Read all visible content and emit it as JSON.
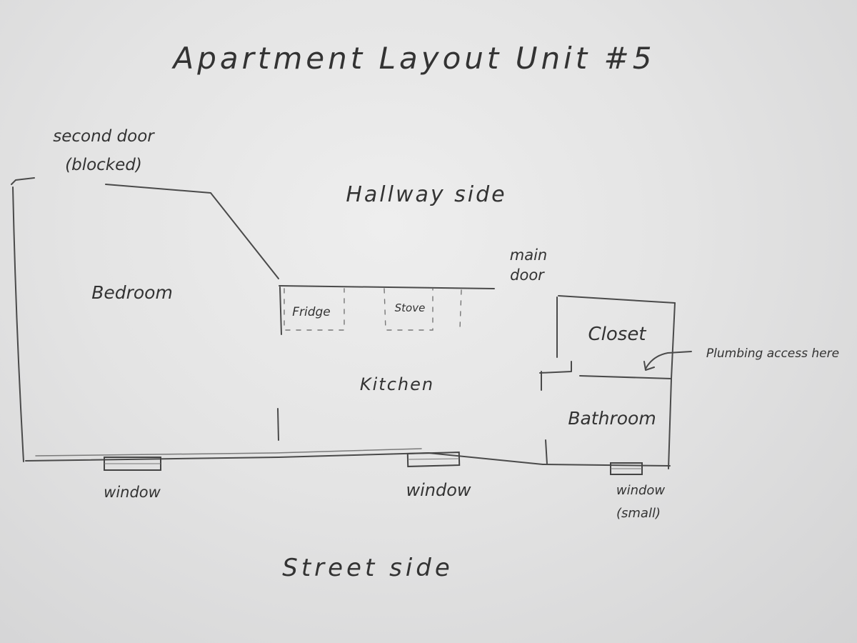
{
  "title": "Apartment Layout Unit #5",
  "orientation": {
    "top": "Hallway side",
    "bottom": "Street side"
  },
  "rooms": {
    "bedroom": "Bedroom",
    "kitchen": "Kitchen",
    "closet": "Closet",
    "bathroom": "Bathroom"
  },
  "fixtures": {
    "fridge": "Fridge",
    "stove": "Stove"
  },
  "doors": {
    "second_door_line1": "second door",
    "second_door_line2": "(blocked)",
    "main_door_line1": "main",
    "main_door_line2": "door"
  },
  "windows": {
    "bedroom": "window",
    "kitchen": "window",
    "bathroom_line1": "window",
    "bathroom_line2": "(small)"
  },
  "notes": {
    "plumbing": "Plumbing access here"
  }
}
